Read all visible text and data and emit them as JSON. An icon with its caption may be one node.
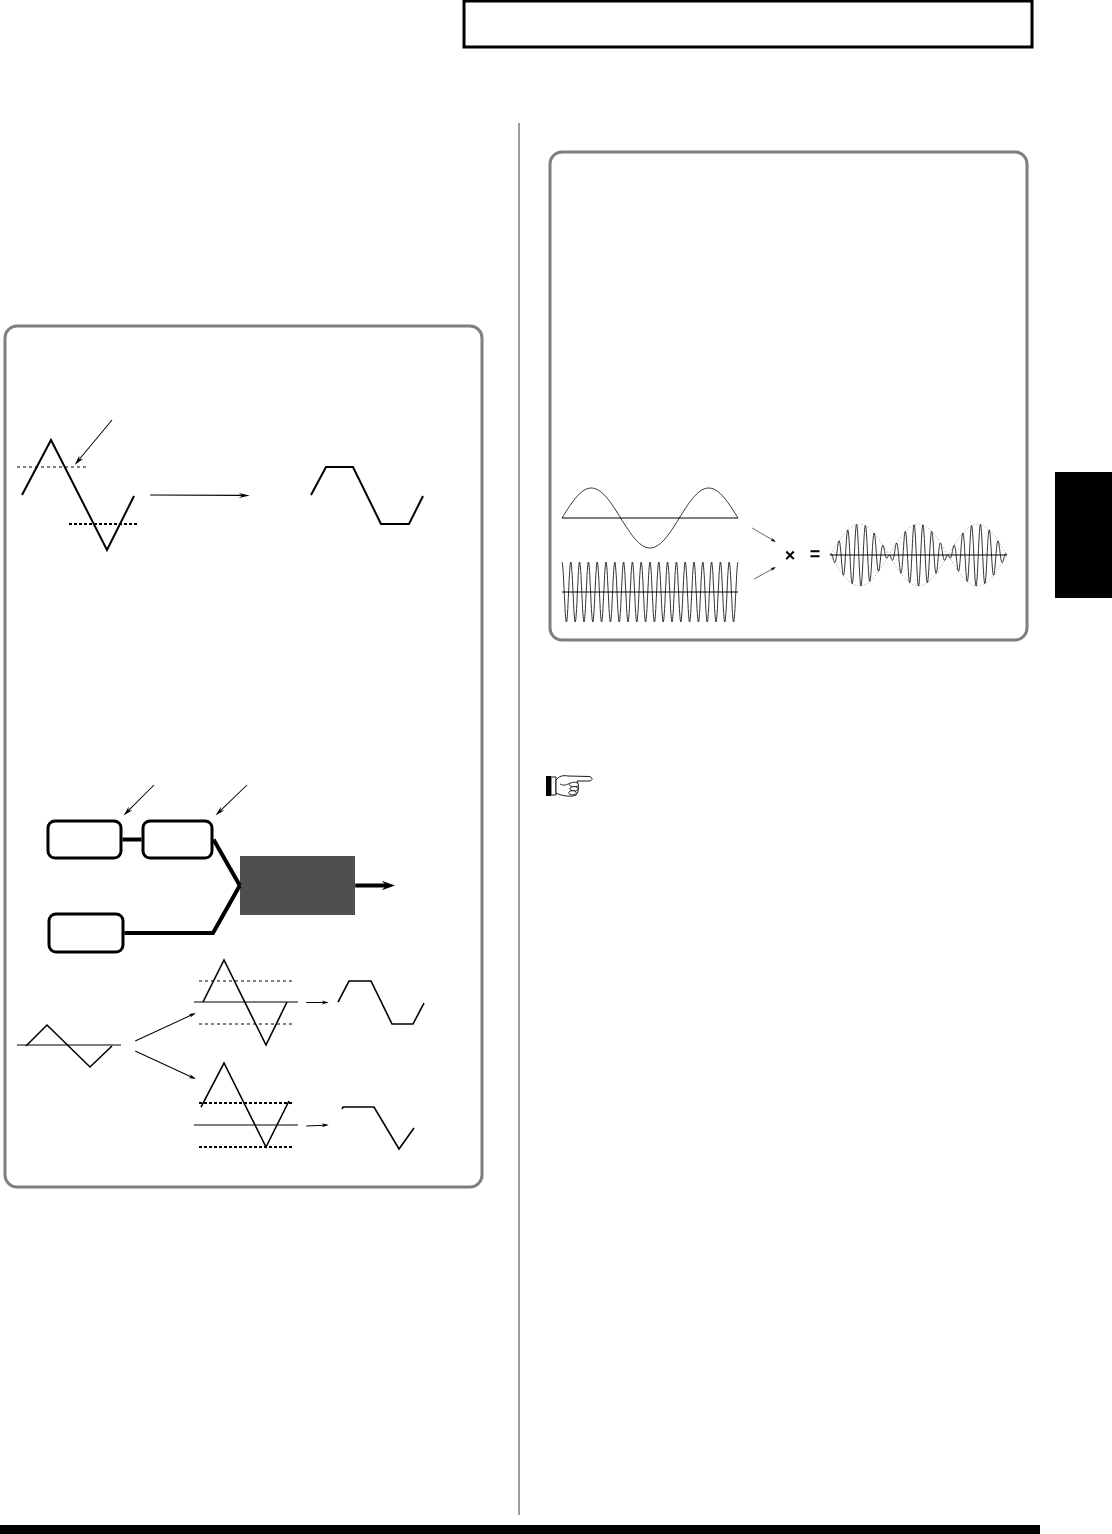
{
  "diagram": {
    "nodes": [
      {
        "text": [],
        "shape": "box"
      },
      {
        "text": [],
        "shape": "box"
      },
      {
        "text": [],
        "shape": "picture",
        "in": 1
      },
      {
        "text": [],
        "shape": "line",
        "in": 2
      },
      {
        "text": [],
        "shape": "picture",
        "in": 1
      },
      {
        "text": [],
        "shape": "box",
        "in": 1
      },
      {
        "text": [],
        "shape": "box",
        "in": 1
      },
      {
        "text": [],
        "shape": "box",
        "in": 1
      },
      {
        "text": [],
        "shape": "box",
        "in": 1
      },
      {
        "text": [],
        "shape": "picture",
        "in": 1
      },
      {
        "text": [],
        "shape": "picture",
        "in": 1
      },
      {
        "text": [],
        "shape": "picture",
        "in": 1
      },
      {
        "text": [],
        "shape": "picture",
        "in": 1
      },
      {
        "text": [],
        "shape": "picture",
        "in": 1
      },
      {
        "text": [],
        "shape": "box"
      },
      {
        "text": [],
        "shape": "picture",
        "in": 14
      },
      {
        "text": [],
        "shape": "picture",
        "in": 14
      },
      {
        "text": [
          "×"
        ],
        "in": 14
      },
      {
        "text": [],
        "shape": "picture",
        "in": 14
      },
      {
        "text": [],
        "shape": "box"
      }
    ],
    "edges": [
      {
        "from": null,
        "to": 3,
        "arrow": "to"
      },
      {
        "from": 2,
        "to": 4,
        "arrow": "to"
      },
      {
        "from": null,
        "to": 5,
        "arrow": "to"
      },
      {
        "from": null,
        "to": 6,
        "arrow": "to"
      },
      {
        "from": 5,
        "to": 6,
        "arrow": "none",
        "style": "thick"
      },
      {
        "from": 6,
        "to": 8,
        "arrow": "none",
        "style": "thick"
      },
      {
        "from": 7,
        "to": 8,
        "arrow": "none",
        "style": "thick"
      },
      {
        "from": 8,
        "to": null,
        "arrow": "to",
        "style": "thick"
      },
      {
        "from": 9,
        "to": 10,
        "arrow": "to"
      },
      {
        "from": 9,
        "to": 12,
        "arrow": "to"
      },
      {
        "from": 10,
        "to": 11,
        "arrow": "to"
      },
      {
        "from": 12,
        "to": 13,
        "arrow": "to"
      },
      {
        "from": 15,
        "to": 17,
        "arrow": "to"
      },
      {
        "from": 16,
        "to": 17,
        "arrow": "to"
      }
    ],
    "labels": [
      "="
    ]
  }
}
